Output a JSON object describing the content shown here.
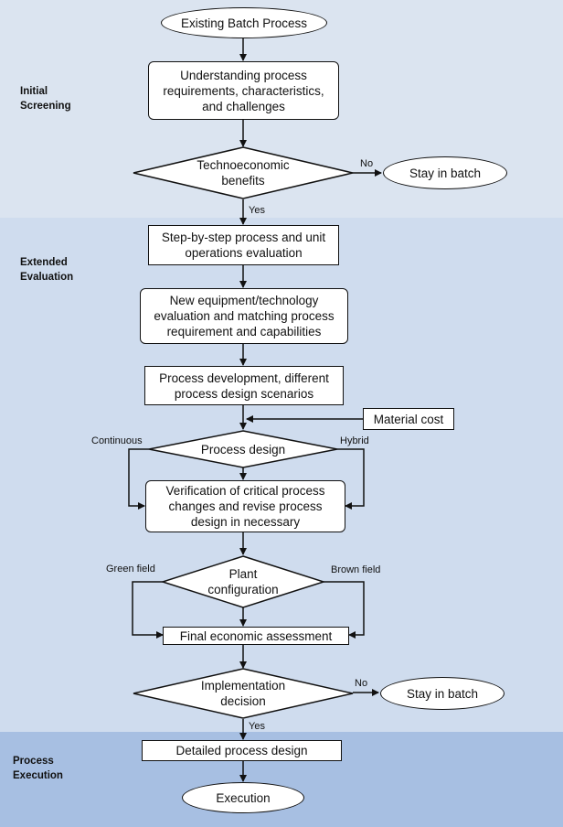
{
  "stages": {
    "initial": "Initial\nScreening",
    "extended": "Extended\nEvaluation",
    "execution": "Process\nExecution"
  },
  "nodes": {
    "start": "Existing Batch Process",
    "understanding": "Understanding process requirements, characteristics, and challenges",
    "techno_decision": "Technoeconomic benefits",
    "stay_batch_1": "Stay in batch",
    "step_eval": "Step-by-step process and unit operations evaluation",
    "new_equipment": "New equipment/technology evaluation and matching process requirement and capabilities",
    "process_dev": "Process development, different process design scenarios",
    "material_cost": "Material cost",
    "process_design": "Process design",
    "verification": "Verification of critical process changes and revise process design in necessary",
    "plant_config": "Plant configuration",
    "final_econ": "Final economic assessment",
    "impl_decision": "Implementation decision",
    "stay_batch_2": "Stay in batch",
    "detailed": "Detailed process design",
    "execution": "Execution"
  },
  "edge_labels": {
    "no_1": "No",
    "yes_1": "Yes",
    "continuous": "Continuous",
    "hybrid": "Hybrid",
    "green_field": "Green field",
    "brown_field": "Brown field",
    "no_2": "No",
    "yes_2": "Yes"
  },
  "colors": {
    "band_initial": "#dbe4f0",
    "band_extended": "#cfdcee",
    "band_execution": "#a7bfe2"
  }
}
